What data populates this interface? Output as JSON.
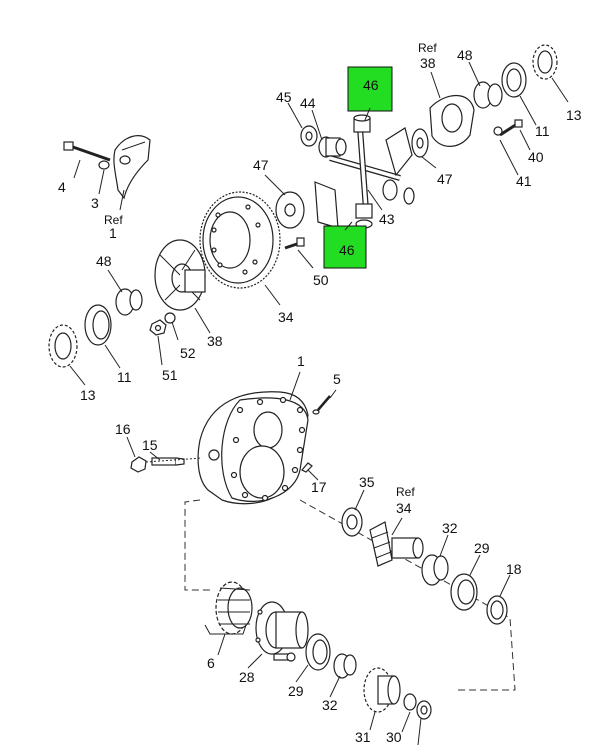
{
  "callouts": {
    "c4": "4",
    "c3": "3",
    "c1ref": "Ref",
    "c1": "1",
    "c45": "45",
    "c44": "44",
    "c46a": "46",
    "c46b": "46",
    "c38top_ref": "Ref",
    "c38top": "38",
    "c48top": "48",
    "c13top": "13",
    "c11top": "11",
    "c40": "40",
    "c41": "41",
    "c47a": "47",
    "c47b": "47",
    "c43": "43",
    "c50": "50",
    "c48": "48",
    "c34": "34",
    "c38": "38",
    "c52": "52",
    "c51": "51",
    "c11": "11",
    "c13": "13",
    "c1b": "1",
    "c5": "5",
    "c16": "16",
    "c15": "15",
    "c17": "17",
    "c35": "35",
    "c34ref_ref": "Ref",
    "c34ref": "34",
    "c32": "32",
    "c29": "29",
    "c18": "18",
    "c6": "6",
    "c28": "28",
    "c29b": "29",
    "c32b": "32",
    "c31": "31",
    "c30": "30"
  },
  "highlight_color": "#22dd22"
}
